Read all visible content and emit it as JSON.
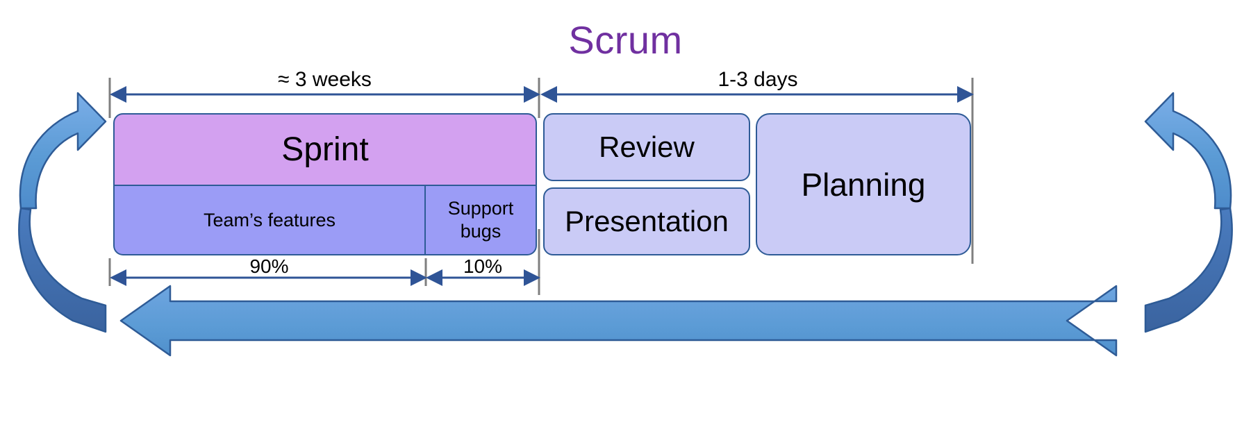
{
  "title": "Scrum",
  "title_color": "#7030A0",
  "phases": {
    "sprint": {
      "label": "Sprint",
      "duration_label": "≈ 3 weeks",
      "color": "#D3A1F0",
      "subdivisions": [
        {
          "label": "Team’s features",
          "percent_label": "90%",
          "color": "#9B9CF6"
        },
        {
          "label": "Support\nbugs",
          "line1": "Support",
          "line2": "bugs",
          "percent_label": "10%",
          "color": "#9B9CF6"
        }
      ]
    },
    "wrapup": {
      "duration_label": "1-3 days",
      "boxes": [
        {
          "label": "Review",
          "color": "#CACBF6"
        },
        {
          "label": "Presentation",
          "color": "#CACBF6"
        },
        {
          "label": "Planning",
          "color": "#CACBF6"
        }
      ]
    }
  },
  "icons": {
    "cycle_arrow_left": "curved-cycle-arrow-left-icon",
    "cycle_arrow_right": "curved-cycle-arrow-right-icon",
    "return_arrow": "large-left-return-arrow-icon",
    "dim_arrow_weeks": "double-headed-dimension-arrow-icon",
    "dim_arrow_days": "double-headed-dimension-arrow-icon",
    "dim_arrow_90": "double-headed-dimension-arrow-icon",
    "dim_arrow_10": "double-headed-dimension-arrow-icon"
  },
  "colors": {
    "accent_blue": "#4472C4",
    "arrow_light": "#5B9BD5",
    "arrow_dark": "#3C6CB4",
    "border_blue": "#2E5B96",
    "dim_line": "#2F5496",
    "tick_gray": "#7F7F7F",
    "background": "#FFFFFF"
  }
}
